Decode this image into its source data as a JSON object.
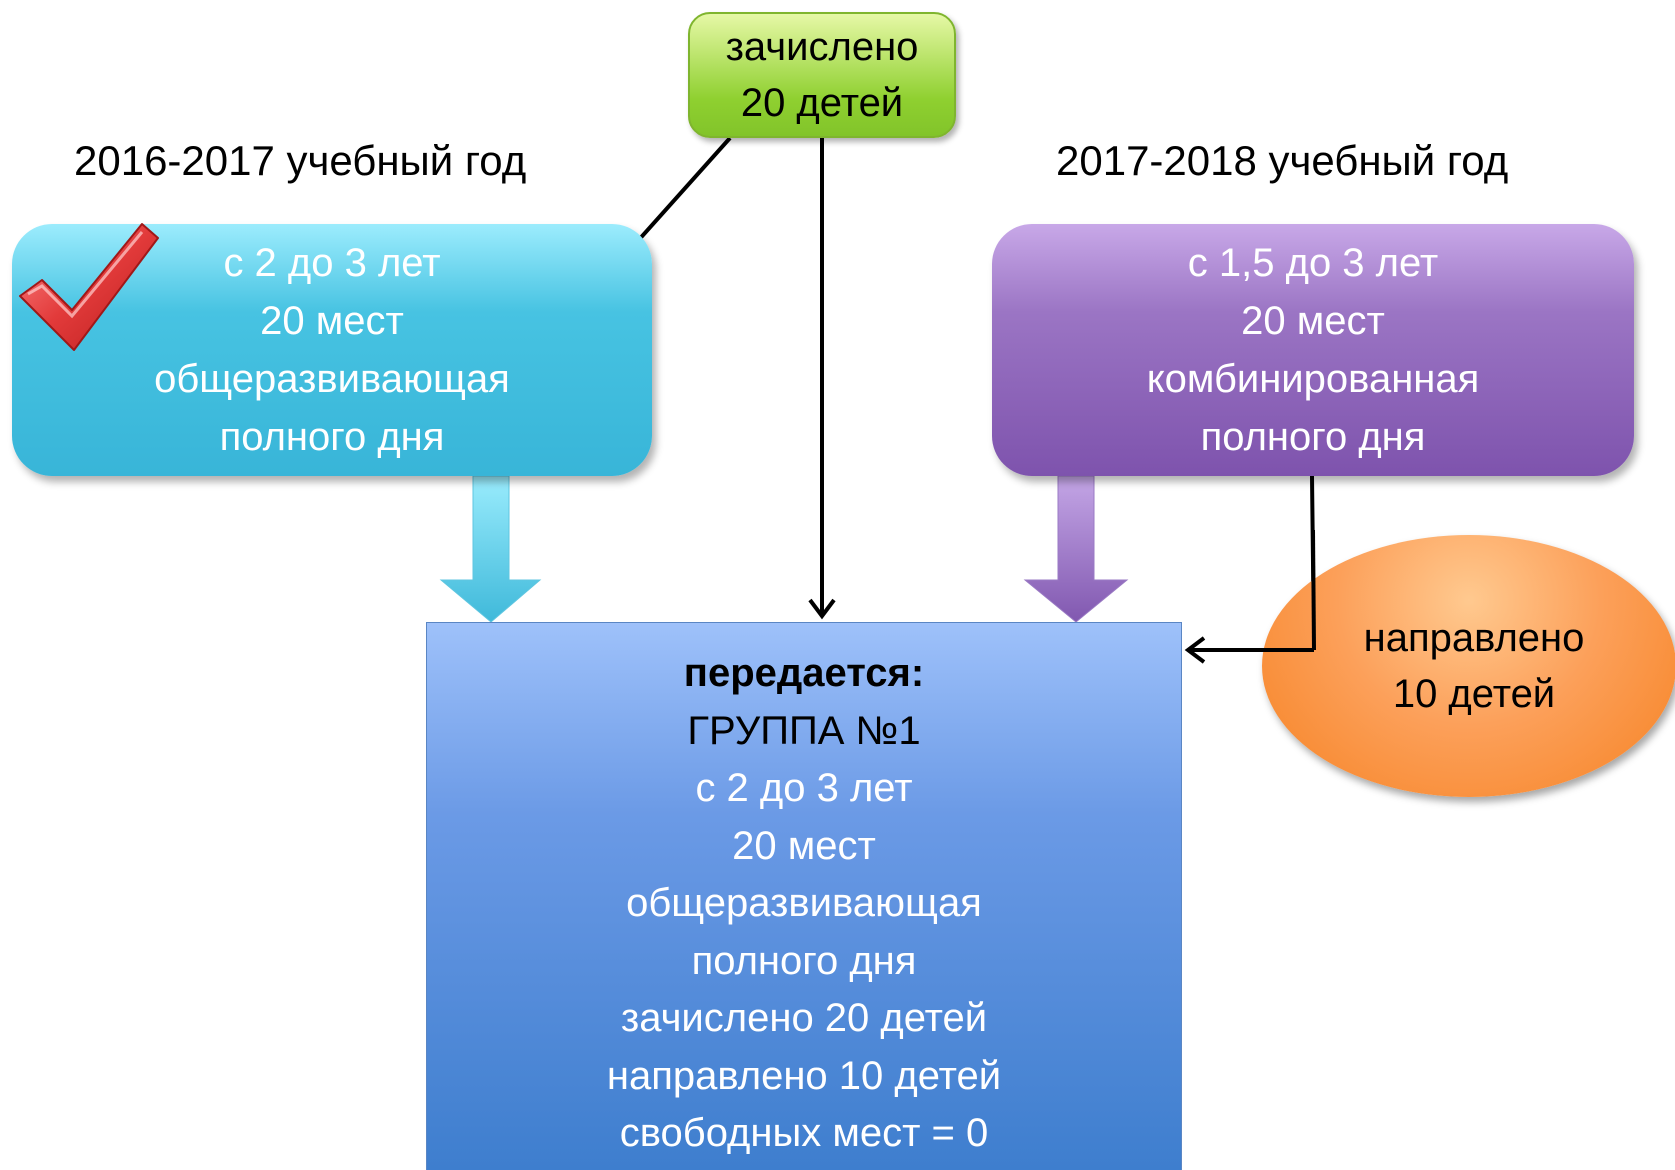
{
  "year_left": "2016-2017 учебный год",
  "year_right": "2017-2018 учебный год",
  "enrolled_box": {
    "line1": "зачислено",
    "line2": "20 детей",
    "color": "#8fd030"
  },
  "group_2016": {
    "age": "с 2 до 3 лет",
    "places": "20 мест",
    "type": "общеразвивающая",
    "mode": "полного дня",
    "color": "#38b5d8"
  },
  "group_2017": {
    "age": "с 1,5 до 3 лет",
    "places": "20 мест",
    "type": "комбинированная",
    "mode": "полного дня",
    "color": "#7e53ad"
  },
  "directed_ellipse": {
    "line1": "направлено",
    "line2": "10 детей",
    "color": "#f68222"
  },
  "result_box": {
    "heading": "передается:",
    "group_name": "ГРУППА №1",
    "age": "с 2 до 3 лет",
    "places": "20 мест",
    "type": "общеразвивающая",
    "mode": "полного дня",
    "enrolled": "зачислено 20 детей",
    "directed": "направлено 10 детей",
    "free": "свободных мест = 0",
    "color": "#3e7ece"
  },
  "icons": {
    "checkmark": "checkmark-icon"
  }
}
